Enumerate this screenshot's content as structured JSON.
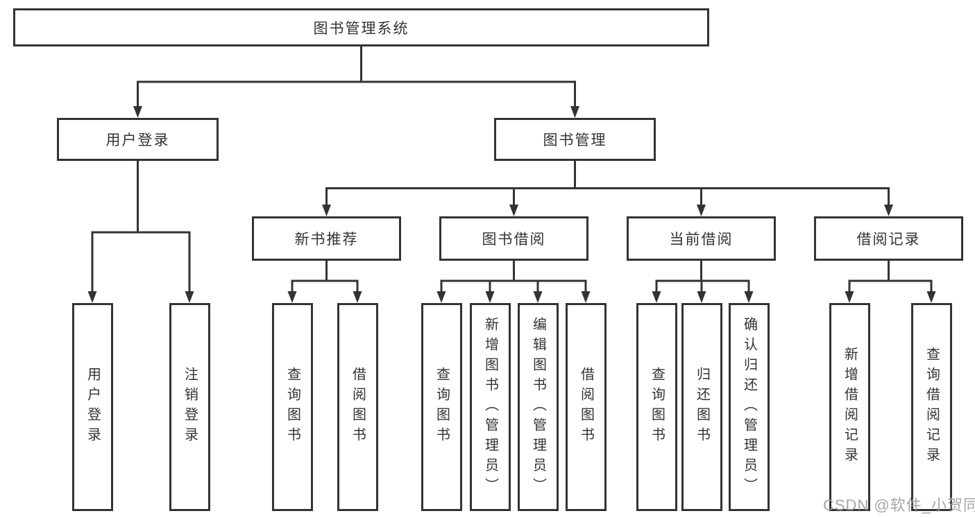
{
  "diagram": {
    "root": {
      "label": "图书管理系统"
    },
    "level1": [
      {
        "label": "用户登录"
      },
      {
        "label": "图书管理"
      }
    ],
    "level2": [
      {
        "label": "新书推荐"
      },
      {
        "label": "图书借阅"
      },
      {
        "label": "当前借阅"
      },
      {
        "label": "借阅记录"
      }
    ],
    "leaves": {
      "user_login": [
        "用户登录",
        "注销登录"
      ],
      "new_book": [
        "查询图书",
        "借阅图书"
      ],
      "book_borrow": [
        "查询图书",
        "新增图书（管理员）",
        "编辑图书（管理员）",
        "借阅图书"
      ],
      "current_borrow": [
        "查询图书",
        "归还图书",
        "确认归还（管理员）"
      ],
      "borrow_record": [
        "新增借阅记录",
        "查询借阅记录"
      ]
    }
  },
  "watermark": "CSDN @软件_小贺同学",
  "colors": {
    "line": "#333333",
    "text": "#333333",
    "box_background": "#ffffff",
    "watermark": "#9b9b9b",
    "background": "#ffffff"
  }
}
